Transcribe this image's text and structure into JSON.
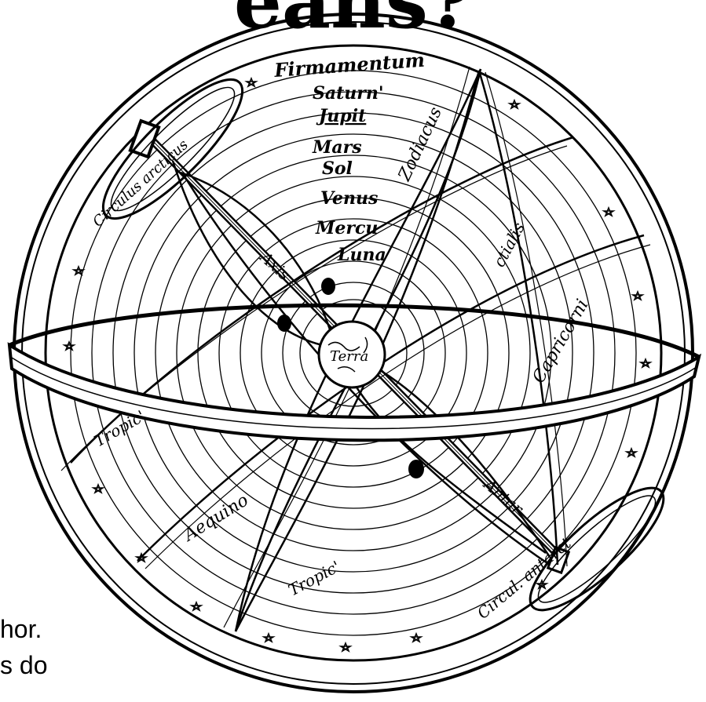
{
  "page": {
    "title_fragment": "eans?",
    "text_line_1": "hor.",
    "text_line_2": "s do",
    "text_line_3": ""
  },
  "sphere_labels": {
    "firmamentum": "Firmamentum",
    "saturn": "Saturn'",
    "jupiter": "Jupit",
    "mars": "Mars",
    "sol": "Sol",
    "venus": "Venus",
    "mercury": "Mercu",
    "luna": "Luna",
    "axis": "Axis",
    "terra": "Terra",
    "circulus_arcticus": "Circulus arcticus",
    "zodiacus": "Zodiacus",
    "aequinoctialis": "ctialis",
    "tropic_capricorni": "Capricorni",
    "tropic_left": "Tropic'",
    "tropic_bottom": "Tropic'",
    "aequinoctio": "Aequino",
    "circul_antarct": "Circul. antarct",
    "antarcticus_bottom": "Antar"
  },
  "colors": {
    "ink": "#000000",
    "paper": "#ffffff"
  }
}
